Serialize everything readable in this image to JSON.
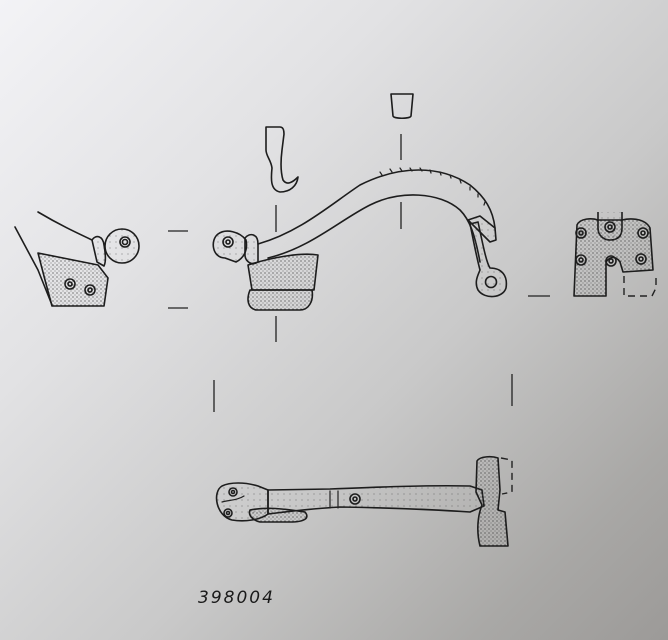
{
  "figure": {
    "subject": "fibula (brooch) technical drawing",
    "catalog_number": "398004",
    "views": [
      "side-view-head-detail",
      "side-view",
      "cross-section-bow",
      "cross-section-catch",
      "end-view-foot",
      "top-view"
    ]
  },
  "colors": {
    "ink": "#1d1d1d",
    "paper_light": "#f3f3f6",
    "paper_dark": "#9c9a98"
  }
}
